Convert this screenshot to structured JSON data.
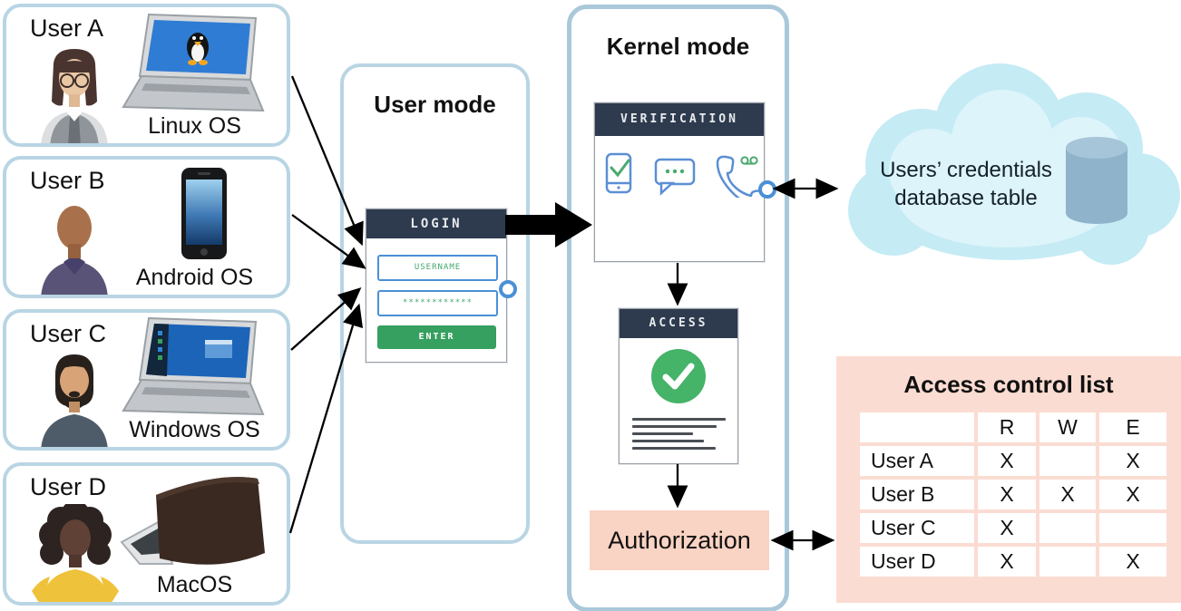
{
  "users": [
    {
      "label": "User A",
      "os": "Linux OS"
    },
    {
      "label": "User B",
      "os": "Android OS"
    },
    {
      "label": "User C",
      "os": "Windows OS"
    },
    {
      "label": "User D",
      "os": "MacOS"
    }
  ],
  "user_mode": {
    "title": "User mode",
    "login": {
      "header": "LOGIN",
      "username": "USERNAME",
      "password_mask": "************",
      "enter": "ENTER"
    }
  },
  "kernel_mode": {
    "title": "Kernel mode",
    "verification": {
      "header": "VERIFICATION"
    },
    "access": {
      "header": "ACCESS"
    },
    "authorization": "Authorization"
  },
  "cloud": {
    "line1": "Users’ credentials",
    "line2": "database table"
  },
  "acl": {
    "title": "Access control list",
    "columns": [
      "",
      "R",
      "W",
      "E"
    ],
    "rows": [
      [
        "User A",
        "X",
        "",
        "X"
      ],
      [
        "User B",
        "X",
        "X",
        "X"
      ],
      [
        "User C",
        "X",
        "",
        ""
      ],
      [
        "User D",
        "X",
        "",
        "X"
      ]
    ]
  },
  "colors": {
    "navy_header": "#2e3b4e",
    "green": "#35a05f",
    "field_blue": "#4a90d6",
    "peach_panel": "#fbdcd2",
    "peach_box": "#f9d3c3",
    "cloud": "#c9edf6",
    "card_border": "#b9d5e4",
    "kernel_border": "#a9c8da"
  }
}
